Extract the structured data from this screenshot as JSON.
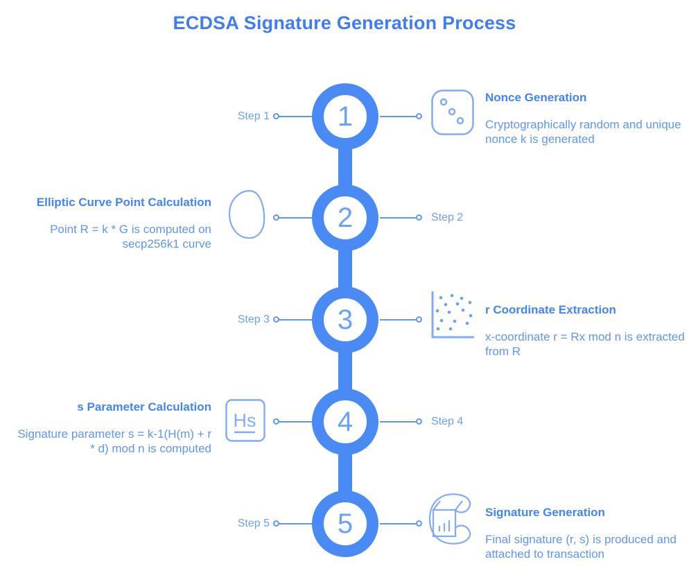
{
  "title": "ECDSA Signature Generation Process",
  "colors": {
    "primary": "#4a8af4",
    "heading": "#4285f4",
    "body": "#5e96f6",
    "light": "#6ba1f6",
    "icon_stroke": "#82aaf7"
  },
  "steps": [
    {
      "number": "1",
      "label": "Step 1",
      "side": "right",
      "icon": "dice-icon",
      "title": "Nonce Generation",
      "description": "Cryptographically random and unique nonce k is generated"
    },
    {
      "number": "2",
      "label": "Step 2",
      "side": "left",
      "icon": "elliptic-curve-icon",
      "title": "Elliptic Curve Point Calculation",
      "description": "Point R = k * G is computed on secp256k1 curve"
    },
    {
      "number": "3",
      "label": "Step 3",
      "side": "right",
      "icon": "scatter-plot-icon",
      "title": "r Coordinate Extraction",
      "description": "x-coordinate r = Rx mod n is extracted from R"
    },
    {
      "number": "4",
      "label": "Step 4",
      "side": "left",
      "icon": "hash-function-icon",
      "title": "s Parameter Calculation",
      "description": "Signature parameter s = k-1(H(m) + r * d) mod n is computed"
    },
    {
      "number": "5",
      "label": "Step 5",
      "side": "right",
      "icon": "signature-block-icon",
      "title": "Signature Generation",
      "description": "Final signature (r, s) is produced and attached to transaction"
    }
  ]
}
